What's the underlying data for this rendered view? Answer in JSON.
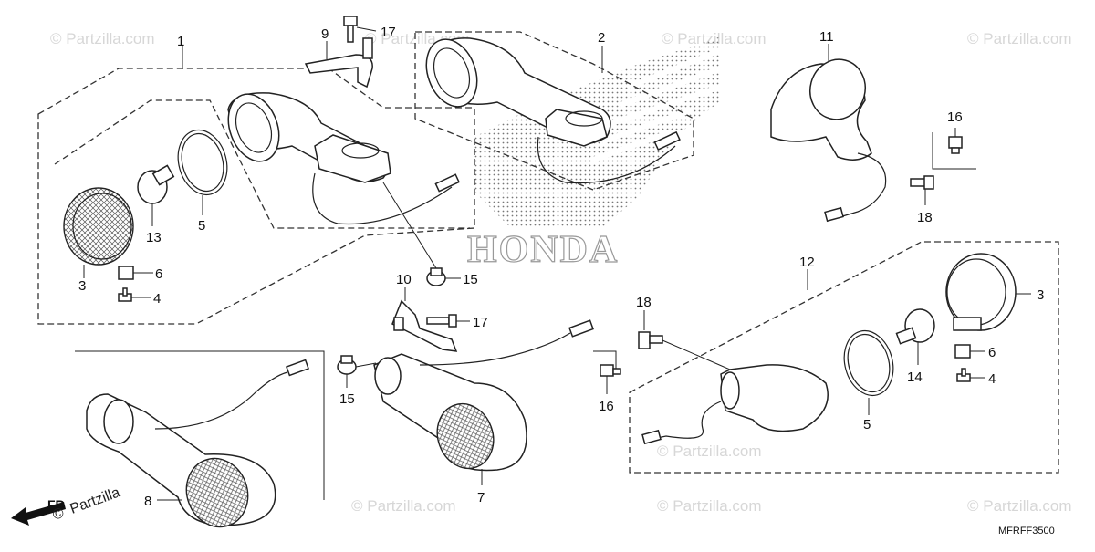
{
  "diagram": {
    "diagram_code": "MFRFF3500",
    "brand_logo": "HONDA",
    "watermark_text": "© Partzilla.com",
    "watermark_prefix": "©",
    "watermark_name": "Partzilla",
    "front_arrow_label": "FR",
    "callouts": {
      "c1": "1",
      "c2": "2",
      "c3a": "3",
      "c3b": "3",
      "c4a": "4",
      "c4b": "4",
      "c5a": "5",
      "c5b": "5",
      "c6a": "6",
      "c6b": "6",
      "c7": "7",
      "c8": "8",
      "c9": "9",
      "c10": "10",
      "c11": "11",
      "c12": "12",
      "c13": "13",
      "c14": "14",
      "c15a": "15",
      "c15b": "15",
      "c16a": "16",
      "c16b": "16",
      "c17a": "17",
      "c17b": "17",
      "c18a": "18",
      "c18b": "18"
    }
  }
}
